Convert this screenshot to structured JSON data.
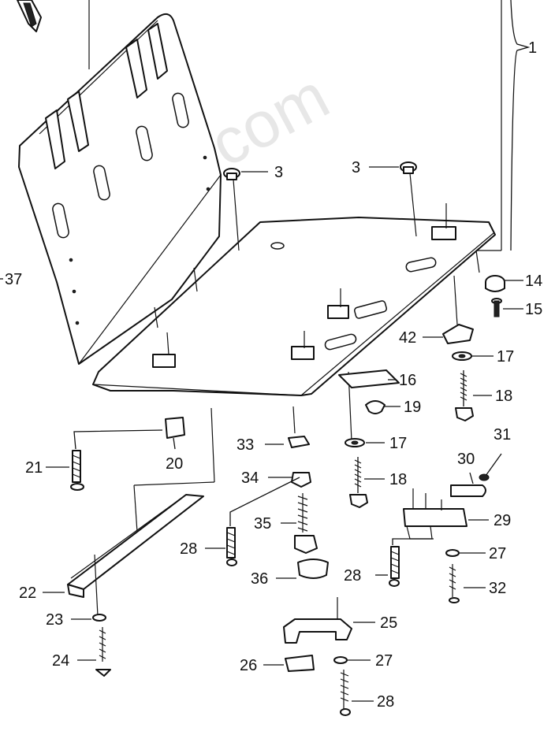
{
  "watermark": "7zap.com",
  "callouts": {
    "c1": "1",
    "c3a": "3",
    "c3b": "3",
    "c14": "14",
    "c15": "15",
    "c37": "37",
    "c42": "42",
    "c17a": "17",
    "c18a": "18",
    "c16": "16",
    "c19": "19",
    "c31": "31",
    "c30": "30",
    "c29": "29",
    "c27a": "27",
    "c32": "32",
    "c28a": "28",
    "c17b": "17",
    "c18b": "18",
    "c33": "33",
    "c34": "34",
    "c35": "35",
    "c36": "36",
    "c28b": "28",
    "c21": "21",
    "c20": "20",
    "c22": "22",
    "c23": "23",
    "c24": "24",
    "c25": "25",
    "c26": "26",
    "c27b": "27",
    "c28c": "28"
  }
}
